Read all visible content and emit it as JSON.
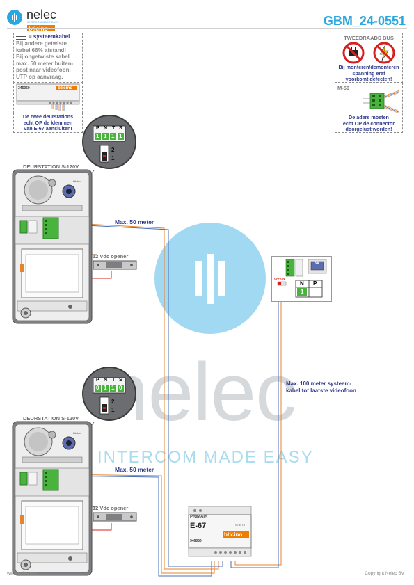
{
  "header": {
    "brand_name": "nelec",
    "brand_tagline": "INTERCOM MADE EASY",
    "partner_brand": "bticino",
    "doc_code": "GBM_24-0551"
  },
  "notes": {
    "cable_legend": "= systeemkabel",
    "cable_lines": [
      "Bij andere getwiste",
      "kabel 66% afstand!",
      "Bij ongetwiste kabel",
      "max. 50 meter buiten-",
      "post naar videofoon.",
      "UTP op aanvraag."
    ],
    "module_code": "346050",
    "deurstations_warning": [
      "De twee deurstations",
      "echt OP de klemmen",
      "van E-67 aansluiten!"
    ]
  },
  "bus_warning": {
    "title": "TWEEDRAADS BUS",
    "lines": [
      "Bij monteren/demonteren",
      "spanning eraf",
      "voorkomt defecten!"
    ]
  },
  "m50": {
    "title": "M-50",
    "lines": [
      "De aders moeten",
      "echt OP de connector",
      "doorgelust worden!"
    ]
  },
  "door_stations": [
    {
      "label": "DEURSTATION S-120V",
      "brand_mark": "bticino",
      "dip_headers": [
        "P",
        "N",
        "T",
        "S"
      ],
      "dip_values": [
        "1",
        "1",
        "1",
        "1"
      ],
      "switch_positions": [
        "2",
        "1"
      ],
      "opener_label": "12 Vdc opener",
      "distance_label": "Max. 50 meter"
    },
    {
      "label": "DEURSTATION S-120V",
      "brand_mark": "bticino",
      "dip_headers": [
        "P",
        "N",
        "T",
        "S"
      ],
      "dip_values": [
        "0",
        "1",
        "1",
        "0"
      ],
      "switch_positions": [
        "2",
        "1"
      ],
      "opener_label": "12 Vdc opener",
      "distance_label": "Max. 50 meter"
    }
  ],
  "monitor": {
    "switch_label": "OFF ON",
    "p_header": "P",
    "n_header": "N",
    "n_value": "1",
    "screen_symbol": "W"
  },
  "distance_systeem": [
    "Max. 100 meter systeem-",
    "kabel tot laatste videofoon"
  ],
  "power_supply": {
    "primary_label": "PRIMAIR",
    "model": "E-67",
    "code": "346050",
    "brand": "bticino",
    "small_code": "S73475"
  },
  "watermark": {
    "big_text": "nelec",
    "tagline": "INTERCOM MADE EASY"
  },
  "footer": {
    "website": "www.nelec.com",
    "copyright": "Copyright Nelec BV"
  },
  "colors": {
    "nelec_blue": "#29a8e0",
    "bticino_orange": "#ef7d00",
    "title_blue": "#29a8e0",
    "label_navy": "#2e3a8c",
    "wire_orange": "#e6832d",
    "wire_blue": "#4a6fb5",
    "wire_red": "#d62020",
    "wire_brown": "#8a5a2b",
    "terminal_green": "#48b33d",
    "watermark_gray": "#cfd3d6",
    "watermark_cyan": "#9ed8ee"
  }
}
